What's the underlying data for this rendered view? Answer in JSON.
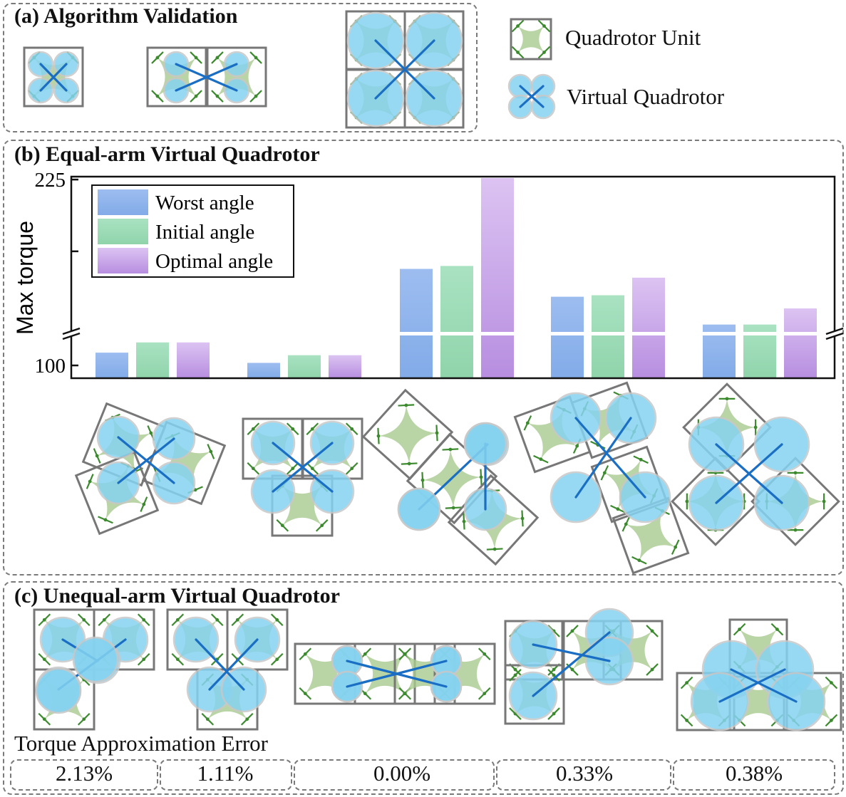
{
  "panel_a": {
    "title": "(a) Algorithm Validation"
  },
  "legend": {
    "unit": "Quadrotor Unit",
    "virtual": "Virtual Quadrotor"
  },
  "panel_b": {
    "title": "(b) Equal-arm Virtual Quadrotor"
  },
  "panel_c": {
    "title": "(c) Unequal-arm Virtual Quadrotor"
  },
  "torque_error": {
    "label": "Torque Approximation Error",
    "values": [
      "2.13%",
      "1.11%",
      "0.00%",
      "0.33%",
      "0.38%"
    ]
  },
  "colors": {
    "worst": "#8fb5ec",
    "initial": "#9fdcb8",
    "optimal": "#c9a6e6",
    "virtual_fill": "#86d3f0",
    "x_line": "#1a6fc4",
    "frame": "#777777",
    "unit_star": "#a8c98f"
  },
  "chart_data": {
    "type": "bar",
    "ylabel": "Max torque",
    "yticks": [
      "100",
      "225"
    ],
    "ylim": [
      95,
      227
    ],
    "axis_break": true,
    "legend_position": "top-left",
    "series": [
      {
        "name": "Worst angle",
        "values": [
          105,
          101,
          164,
          145,
          126
        ]
      },
      {
        "name": "Initial angle",
        "values": [
          109,
          104,
          166,
          146,
          126
        ]
      },
      {
        "name": "Optimal angle",
        "values": [
          109,
          104,
          226,
          158,
          137
        ]
      }
    ]
  }
}
